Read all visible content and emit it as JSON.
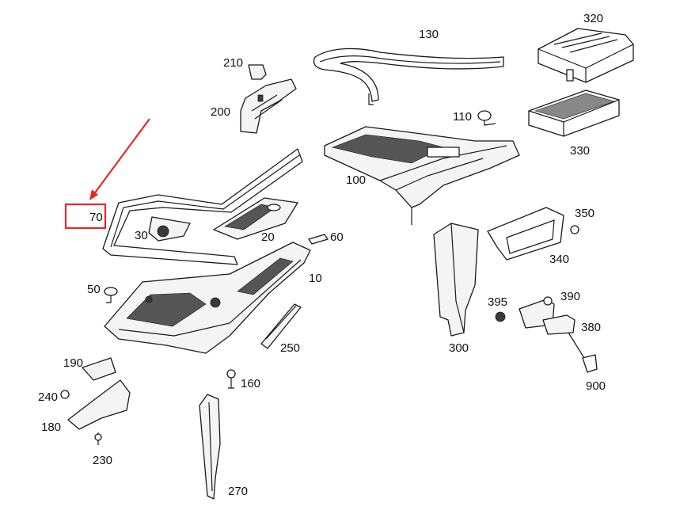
{
  "callouts": [
    {
      "id": "c130",
      "text": "130"
    },
    {
      "id": "c320",
      "text": "320"
    },
    {
      "id": "c210",
      "text": "210"
    },
    {
      "id": "c200",
      "text": "200"
    },
    {
      "id": "c110",
      "text": "110"
    },
    {
      "id": "c330",
      "text": "330"
    },
    {
      "id": "c100",
      "text": "100"
    },
    {
      "id": "c70",
      "text": "70"
    },
    {
      "id": "c30",
      "text": "30"
    },
    {
      "id": "c20",
      "text": "20"
    },
    {
      "id": "c60",
      "text": "60"
    },
    {
      "id": "c350",
      "text": "350"
    },
    {
      "id": "c340",
      "text": "340"
    },
    {
      "id": "c10",
      "text": "10"
    },
    {
      "id": "c50",
      "text": "50"
    },
    {
      "id": "c395",
      "text": "395"
    },
    {
      "id": "c390",
      "text": "390"
    },
    {
      "id": "c380",
      "text": "380"
    },
    {
      "id": "c300",
      "text": "300"
    },
    {
      "id": "c250",
      "text": "250"
    },
    {
      "id": "c190",
      "text": "190"
    },
    {
      "id": "c160",
      "text": "160"
    },
    {
      "id": "c240",
      "text": "240"
    },
    {
      "id": "c900",
      "text": "900"
    },
    {
      "id": "c180",
      "text": "180"
    },
    {
      "id": "c230",
      "text": "230"
    },
    {
      "id": "c270",
      "text": "270"
    }
  ],
  "highlight": {
    "callout": "70",
    "color": "#e8262a"
  }
}
